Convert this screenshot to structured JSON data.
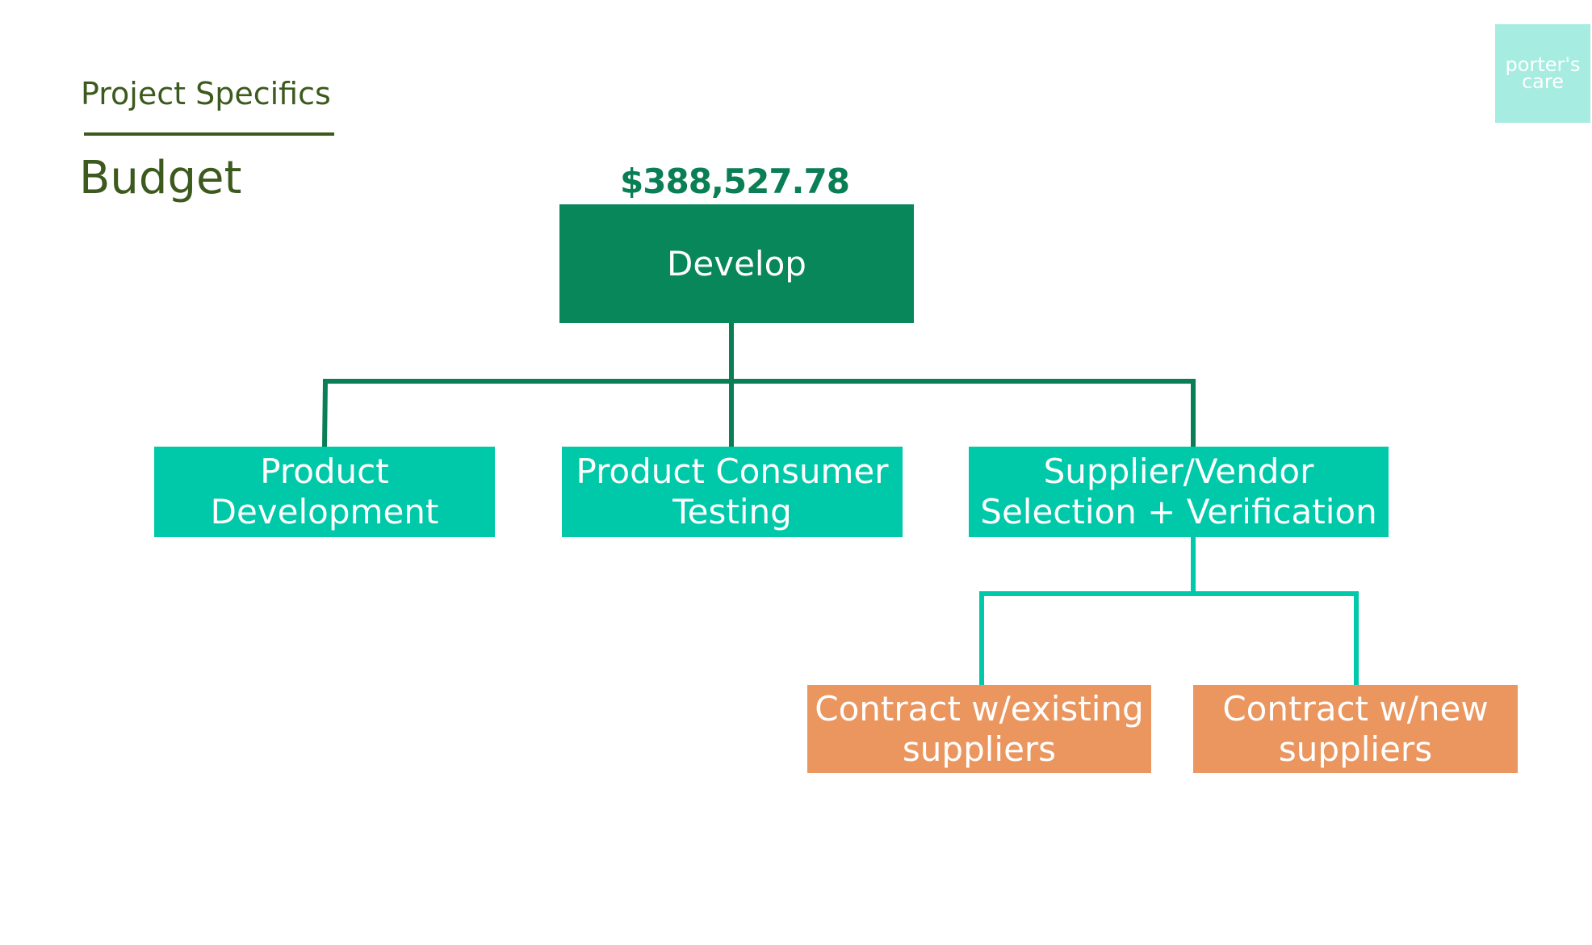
{
  "header": {
    "subtitle": "Project Specifics",
    "title": "Budget"
  },
  "logo": {
    "line1": "porter's",
    "line2": "care",
    "color": "#a6ece0"
  },
  "diagram": {
    "budget_amount": "$388,527.78",
    "root": {
      "label": "Develop",
      "color": "#07875a"
    },
    "children": [
      {
        "line1": "Product",
        "line2": "Development",
        "color": "#00c9a9"
      },
      {
        "line1": "Product Consumer",
        "line2": "Testing",
        "color": "#00c9a9"
      },
      {
        "line1": "Supplier/Vendor",
        "line2": "Selection + Verification",
        "color": "#00c9a9"
      }
    ],
    "grandchildren": [
      {
        "line1": "Contract w/existing",
        "line2": "suppliers",
        "color": "#ea965e"
      },
      {
        "line1": "Contract w/new",
        "line2": "suppliers",
        "color": "#ea965e"
      }
    ],
    "connector_colors": {
      "primary": "#0a7e55",
      "secondary": "#00c9a9"
    }
  }
}
